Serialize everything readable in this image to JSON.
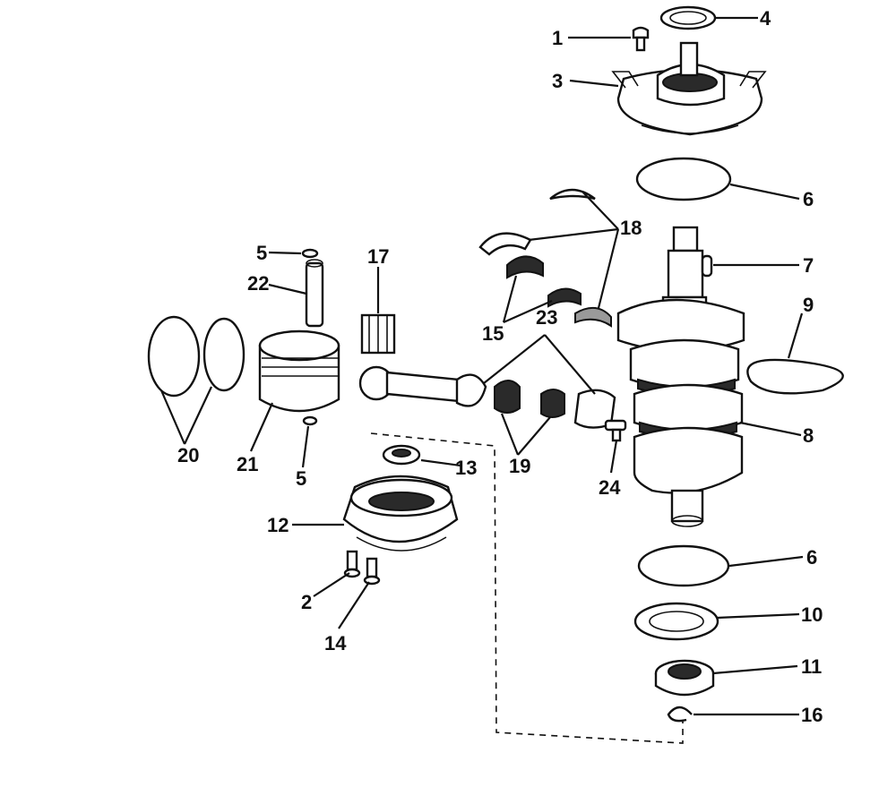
{
  "labels": {
    "p1": "1",
    "p2": "2",
    "p3": "3",
    "p4": "4",
    "p5a": "5",
    "p5b": "5",
    "p6a": "6",
    "p6b": "6",
    "p7": "7",
    "p8": "8",
    "p9": "9",
    "p10": "10",
    "p11": "11",
    "p12": "12",
    "p13": "13",
    "p14": "14",
    "p15": "15",
    "p16": "16",
    "p17": "17",
    "p18": "18",
    "p19": "19",
    "p20": "20",
    "p21": "21",
    "p22": "22",
    "p23": "23",
    "p24": "24"
  }
}
